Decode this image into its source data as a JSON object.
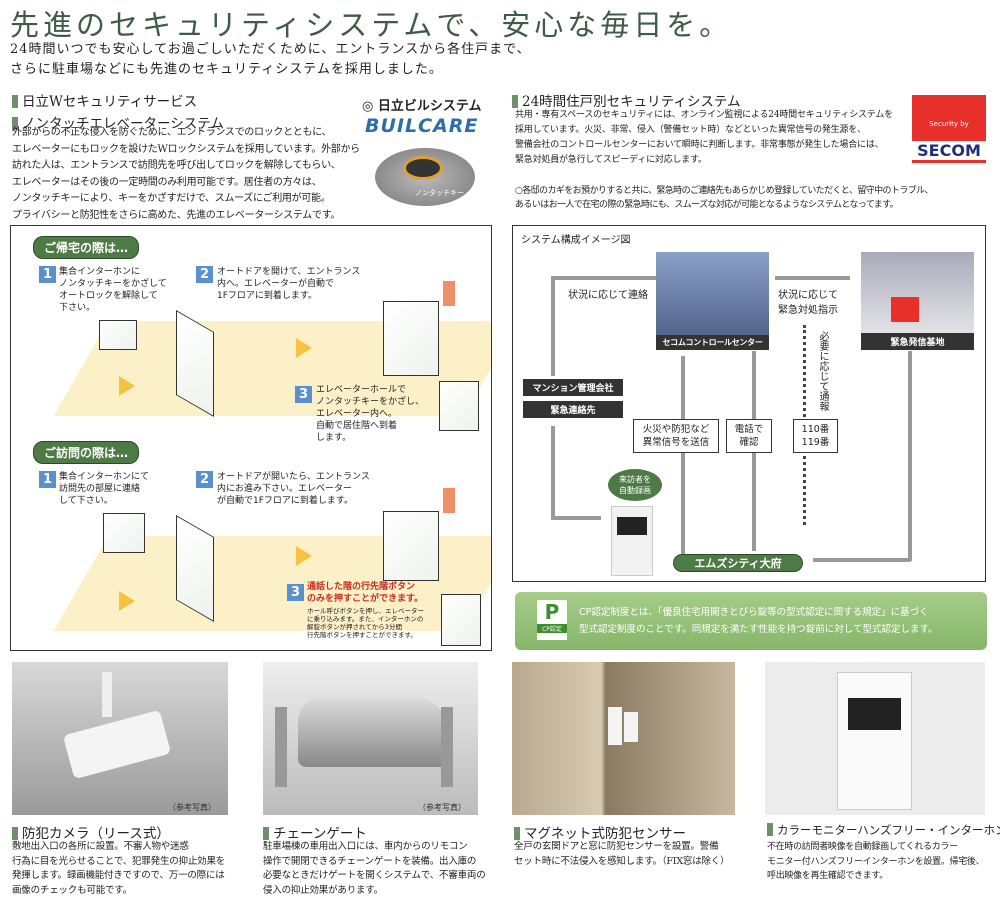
{
  "header": {
    "title": "先進のセキュリティシステムで、安心な毎日を。",
    "lead": [
      "24時間いつでも安心してお過ごしいただくために、エントランスから各住戸まで、",
      "さらに駐車場などにも先進のセキュリティシステムを採用しました。"
    ]
  },
  "elevator": {
    "heading": [
      "日立Wセキュリティサービス",
      "ノンタッチエレベーターシステム"
    ],
    "body": "外部からの不正な侵入を防ぐために、エントランスでのロックとともに、\nエレベーターにもロックを設けたWロックシステムを採用しています。外部から\n訪れた人は、エントランスで訪問先を呼び出してロックを解除してもらい、\nエレベーターはその後の一定時間のみ利用可能です。居住者の方々は、\nノンタッチキーにより、キーをかざすだけで、スムーズにご利用が可能。\nプライバシーと防犯性をさらに高めた、先進のエレベーターシステムです。",
    "logo_company": "日立ビルシステム",
    "logo_brand": "BUILCARE",
    "key_caption": "ノンタッチキー"
  },
  "secom": {
    "heading": "24時間住戸別セキュリティシステム",
    "body": "共用・専有スペースのセキュリティには、オンライン監視による24時間セキュリティシステムを\n採用しています。火災、非常、侵入（警備セット時）などといった異常信号の発生源を、\n警備会社のコントロールセンターにおいて瞬時に判断します。非常事態が発生した場合には、\n緊急対処員が急行してスピーディに対応します。",
    "logo_top": "Security by",
    "logo_name": "SECOM",
    "logo_color": "#e8302a",
    "note": "○各邸のカギをお預かりすると共に、緊急時のご連絡先もあらかじめ登録していただくと、留守中のトラブル、\nあるいはお一人で在宅の際の緊急時にも、スムーズな対応が可能となるようなシステムとなってます。"
  },
  "flow": {
    "return": {
      "label": "ご帰宅の際は…",
      "steps": [
        "集合インターホンに\nノンタッチキーをかざして\nオートロックを解除して\n下さい。",
        "オートドアを開けて、エントランス\n内へ。エレベーターが自動で\n1Fフロアに到着します。",
        "エレベーターホールで\nノンタッチキーをかざし、\nエレベーター内へ。\n自動で居住階へ到着\nします。"
      ]
    },
    "visit": {
      "label": "ご訪問の際は…",
      "steps": [
        "集合インターホンにて\n訪問先の部屋に連絡\nして下さい。",
        "オートドアが開いたら、エントランス\n内にお進み下さい。エレベーター\nが自動で1Fフロアに到着します。",
        "通話した階の行先階ボタン\nのみを押すことができます。"
      ],
      "step3_note": "ホール呼びボタンを押し、エレベーター\nに乗り込みます。また、インターホンの\n解錠ボタンが押されてから3分間\n行先階ボタンを押すことができます。"
    }
  },
  "diagram": {
    "title": "システム構成イメージ図",
    "control_center": "セコムコントロールセンター",
    "dispatch": "緊急発信基地",
    "contact_label": "状況に応じて連絡",
    "dispatch_label": "状況に応じて\n緊急対処指示",
    "report_label": "必要に応じて通報",
    "mgmt": "マンション管理会社",
    "emergency_contact": "緊急連絡先",
    "signal": "火災や防犯など\n異常信号を送信",
    "phone": "電話で\n確認",
    "police": "110番\n119番",
    "record": "来訪者を\n自動録画",
    "building": "エムズシティ大府"
  },
  "cp": {
    "badge": "CP認定",
    "text": "CP認定制度とは、「優良住宅用開きとびら錠等の型式認定に関する規定」に基づく\n型式認定制度のことです。同規定を満たす性能を持つ錠前に対して型式認定します。"
  },
  "features": [
    {
      "title": "防犯カメラ（リース式）",
      "body": "敷地出入口の各所に設置。不審人物や迷惑\n行為に目を光らせることで、犯罪発生の抑止効果を\n発揮します。録画機能付きですので、万一の際には\n画像のチェックも可能です。",
      "caption": "（参考写真）"
    },
    {
      "title": "チェーンゲート",
      "body": "駐車場棟の車用出入口には、車内からのリモコン\n操作で開閉できるチェーンゲートを装備。出入庫の\n必要なときだけゲートを開くシステムで、不審車両の\n侵入の抑止効果があります。",
      "caption": "（参考写真）"
    },
    {
      "title": "マグネット式防犯センサー",
      "body": "全戸の玄関ドアと窓に防犯センサーを設置。警備\nセット時に不法侵入を感知します。（FIX窓は除く）"
    },
    {
      "title": "カラーモニターハンズフリー・インターホン",
      "body": "不在時の訪問者映像を自動録画してくれるカラー\nモニター付ハンズフリーインターホンを設置。帰宅後、\n呼出映像を再生確認できます。"
    }
  ]
}
